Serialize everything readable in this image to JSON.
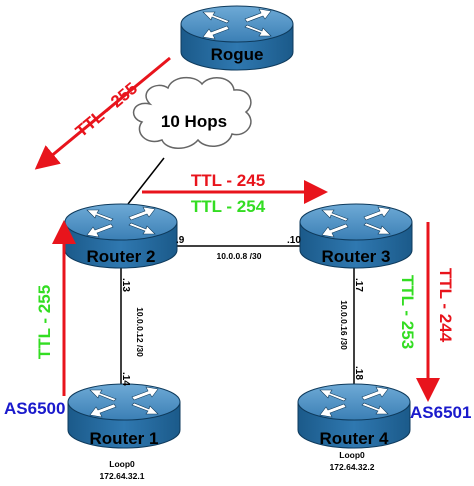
{
  "routers": {
    "rogue": "Rogue",
    "r1": "Router 1",
    "r2": "Router 2",
    "r3": "Router 3",
    "r4": "Router 4"
  },
  "cloud_label": "10 Hops",
  "links": {
    "r2_r3_net": "10.0.0.8 /30",
    "r2_r3_r2_iface": ".9",
    "r2_r3_r3_iface": ".10",
    "r1_r2_net": "10.0.0.12 /30",
    "r1_r2_r2_iface": ".13",
    "r1_r2_r1_iface": ".14",
    "r3_r4_net": "10.0.0.16 /30",
    "r3_r4_r3_iface": ".17",
    "r3_r4_r4_iface": ".18"
  },
  "ttl": {
    "rogue_out": "TTL - 255",
    "r2_to_r3_red": "TTL - 245",
    "r2_to_r3_green": "TTL - 254",
    "r1_to_r2": "TTL - 255",
    "r3_to_r4_green": "TTL - 253",
    "r3_to_r4_red": "TTL - 244"
  },
  "as": {
    "left": "AS6500",
    "right": "AS6501"
  },
  "loopbacks": {
    "r1_name": "Loop0",
    "r1_ip": "172.64.32.1",
    "r4_name": "Loop0",
    "r4_ip": "172.64.32.2"
  },
  "colors": {
    "red": "#e8141c",
    "green": "#33dd22",
    "router_top": "#4a8ec0",
    "router_body": "#1f6498",
    "blue_text": "#1a1acc"
  }
}
